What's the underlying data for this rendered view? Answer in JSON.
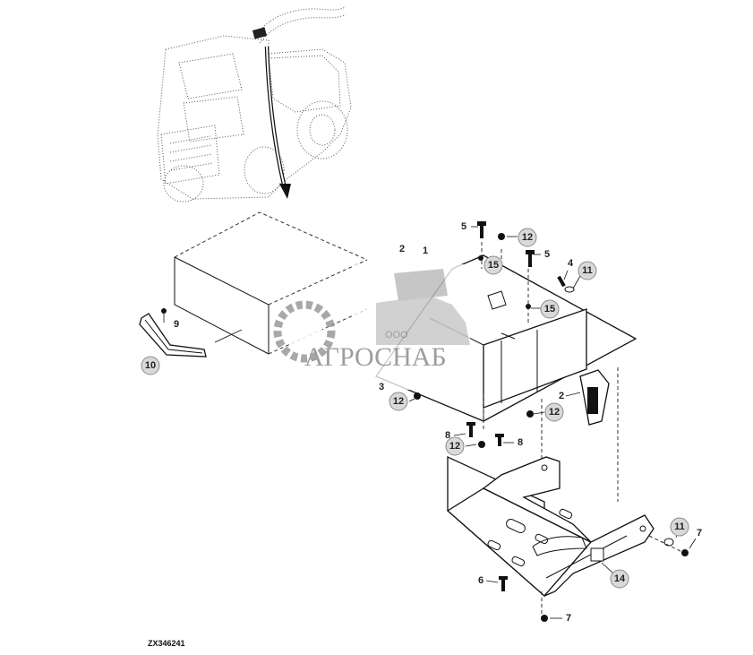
{
  "drawing": {
    "reference_code": "ZX346241",
    "watermark_small": "ООО",
    "watermark_large": "АГРОСНАБ",
    "callouts": {
      "c12a": "12",
      "c15a": "15",
      "c11a": "11",
      "c15b": "15",
      "c10": "10",
      "c12b": "12",
      "c12c": "12",
      "c12d": "12",
      "c11b": "11",
      "c14": "14"
    },
    "labels": {
      "n5a": "5",
      "n2a": "2",
      "n1": "1",
      "n5b": "5",
      "n4": "4",
      "n9": "9",
      "n3": "3",
      "n2b": "2",
      "n8a": "8",
      "n8b": "8",
      "n7a": "7",
      "n6": "6",
      "n7b": "7"
    }
  }
}
